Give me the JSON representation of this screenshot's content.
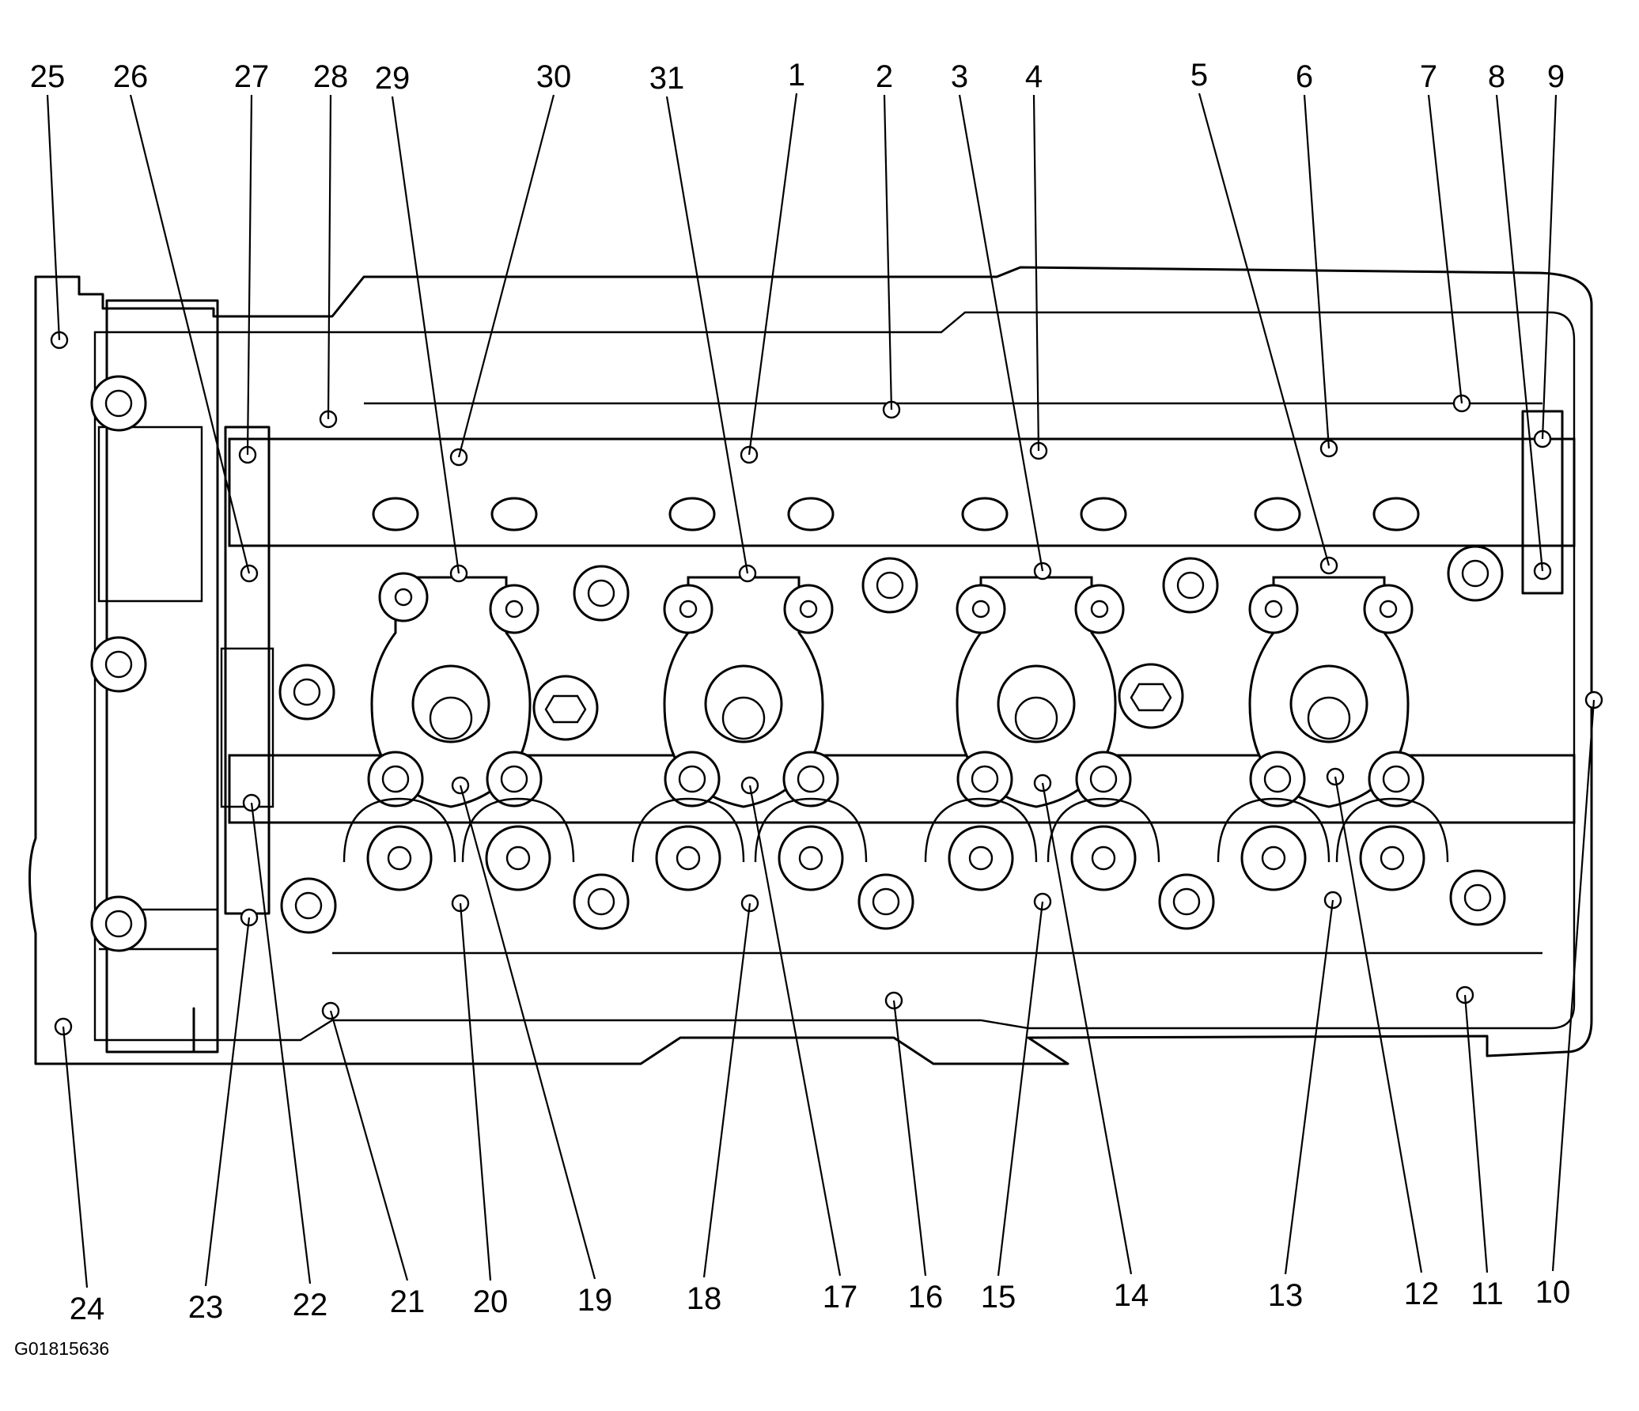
{
  "figure_code": "G01815636",
  "callouts": [
    {
      "num": "1"
    },
    {
      "num": "2"
    },
    {
      "num": "3"
    },
    {
      "num": "4"
    },
    {
      "num": "5"
    },
    {
      "num": "6"
    },
    {
      "num": "7"
    },
    {
      "num": "8"
    },
    {
      "num": "9"
    },
    {
      "num": "10"
    },
    {
      "num": "11"
    },
    {
      "num": "12"
    },
    {
      "num": "13"
    },
    {
      "num": "14"
    },
    {
      "num": "15"
    },
    {
      "num": "16"
    },
    {
      "num": "17"
    },
    {
      "num": "18"
    },
    {
      "num": "19"
    },
    {
      "num": "20"
    },
    {
      "num": "21"
    },
    {
      "num": "22"
    },
    {
      "num": "23"
    },
    {
      "num": "24"
    },
    {
      "num": "25"
    },
    {
      "num": "26"
    },
    {
      "num": "27"
    },
    {
      "num": "28"
    },
    {
      "num": "29"
    },
    {
      "num": "30"
    },
    {
      "num": "31"
    }
  ]
}
